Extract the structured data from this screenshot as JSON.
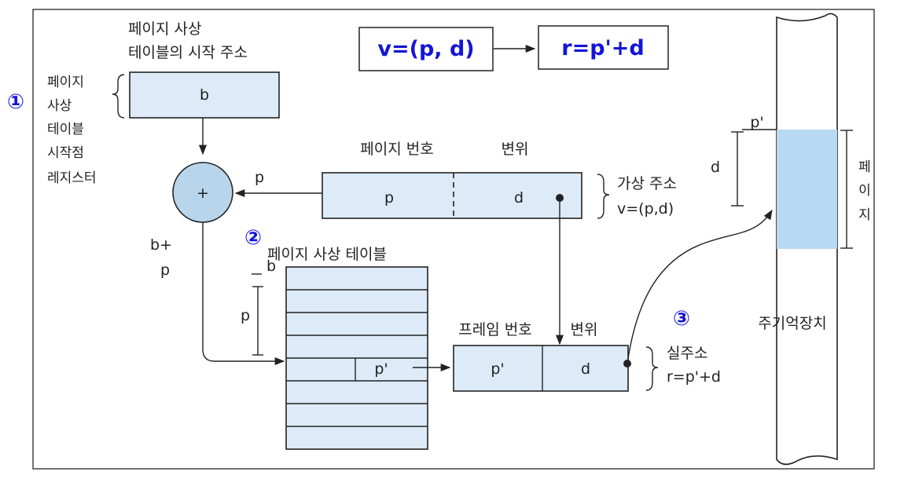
{
  "formula": {
    "virtual": "v=(p, d)",
    "real": "r=p'+d"
  },
  "markers": {
    "one": "①",
    "two": "②",
    "three": "③"
  },
  "ptbr": {
    "caption_line1": "페이지 사상",
    "caption_line2": "테이블의 시작 주소",
    "value": "b",
    "side_label": [
      "페이지",
      "사상",
      "테이블",
      "시작점",
      "레지스터"
    ]
  },
  "adder": {
    "symbol": "+",
    "input_label": "p",
    "output_label_line1": "b+",
    "output_label_line2": "p"
  },
  "virtual_address": {
    "page_header": "페이지 번호",
    "offset_header": "변위",
    "page_value": "p",
    "offset_value": "d",
    "label_line1": "가상 주소",
    "label_line2": "v=(p,d)"
  },
  "page_table": {
    "title": "페이지 사상 테이블",
    "base_label": "b",
    "offset_label": "p",
    "entry_value": "p'"
  },
  "real_address": {
    "frame_header": "프레임 번호",
    "offset_header": "변위",
    "frame_value": "p'",
    "offset_value": "d",
    "label_line1": "실주소",
    "label_line2": "r=p'+d"
  },
  "main_memory": {
    "label": "주기억장치",
    "page_start_label": "p'",
    "offset_label": "d",
    "page_label": [
      "페",
      "이",
      "지"
    ]
  },
  "colors": {
    "box_fill": "#dcebf7",
    "accent": "#1515d6",
    "stroke": "#222222"
  }
}
